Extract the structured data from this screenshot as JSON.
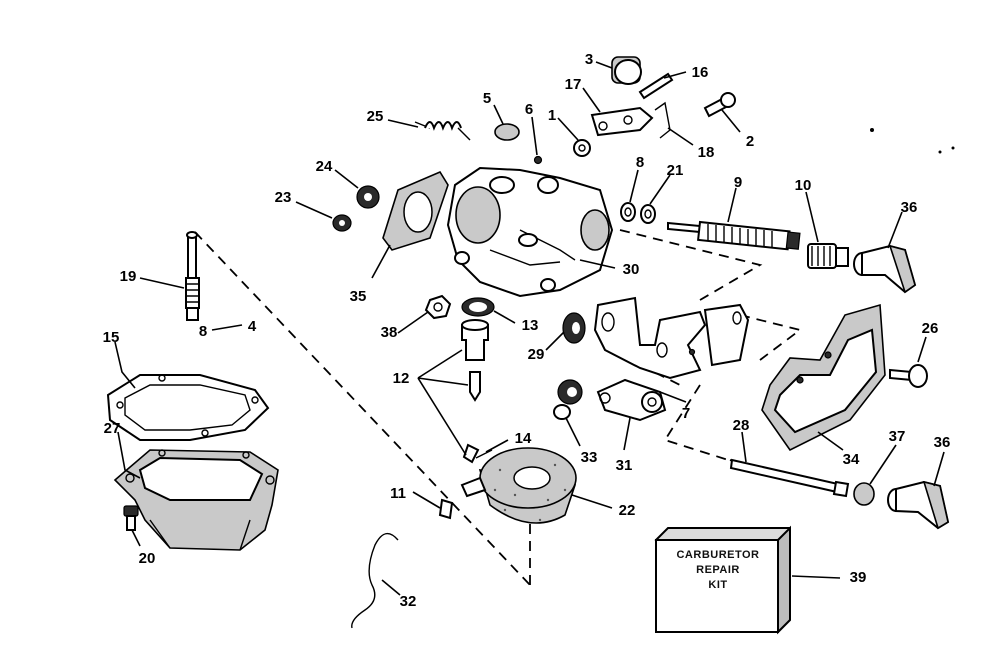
{
  "callouts": {
    "n1": "1",
    "n2": "2",
    "n3": "3",
    "n4": "4",
    "n5": "5",
    "n6": "6",
    "n7": "7",
    "n8a": "8",
    "n8b": "8",
    "n9": "9",
    "n10": "10",
    "n11": "11",
    "n12": "12",
    "n13": "13",
    "n14": "14",
    "n15": "15",
    "n16": "16",
    "n17": "17",
    "n18": "18",
    "n19": "19",
    "n20": "20",
    "n21": "21",
    "n22": "22",
    "n23": "23",
    "n24": "24",
    "n25": "25",
    "n26": "26",
    "n27": "27",
    "n28": "28",
    "n29": "29",
    "n30": "30",
    "n31": "31",
    "n32": "32",
    "n33": "33",
    "n34": "34",
    "n35": "35",
    "n36a": "36",
    "n36b": "36",
    "n37": "37",
    "n38": "38",
    "n39": "39"
  },
  "kit_box": {
    "line1": "CARBURETOR",
    "line2": "REPAIR",
    "line3": "KIT"
  }
}
